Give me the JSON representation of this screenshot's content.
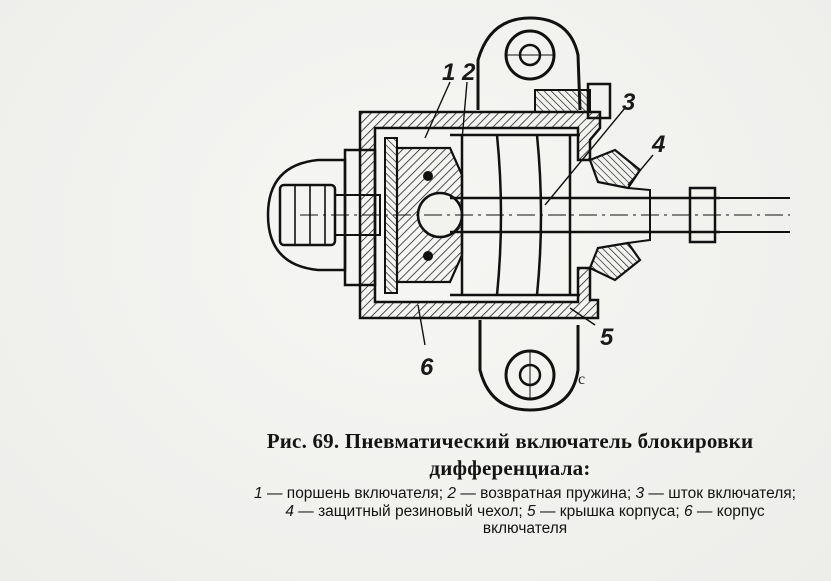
{
  "figure": {
    "callouts": [
      "1",
      "2",
      "3",
      "4",
      "5",
      "6"
    ]
  },
  "caption": {
    "figure_label": "Рис. 69.",
    "title": "Пневматический включатель блокировки дифференциала:"
  },
  "legend": [
    {
      "num": "1",
      "text": "поршень включателя;"
    },
    {
      "num": "2",
      "text": "возвратная пружина;"
    },
    {
      "num": "3",
      "text": "шток включателя;"
    },
    {
      "num": "4",
      "text": "защитный резиновый чехол;"
    },
    {
      "num": "5",
      "text": "крышка корпуса;"
    },
    {
      "num": "6",
      "text": "корпус включателя"
    }
  ]
}
